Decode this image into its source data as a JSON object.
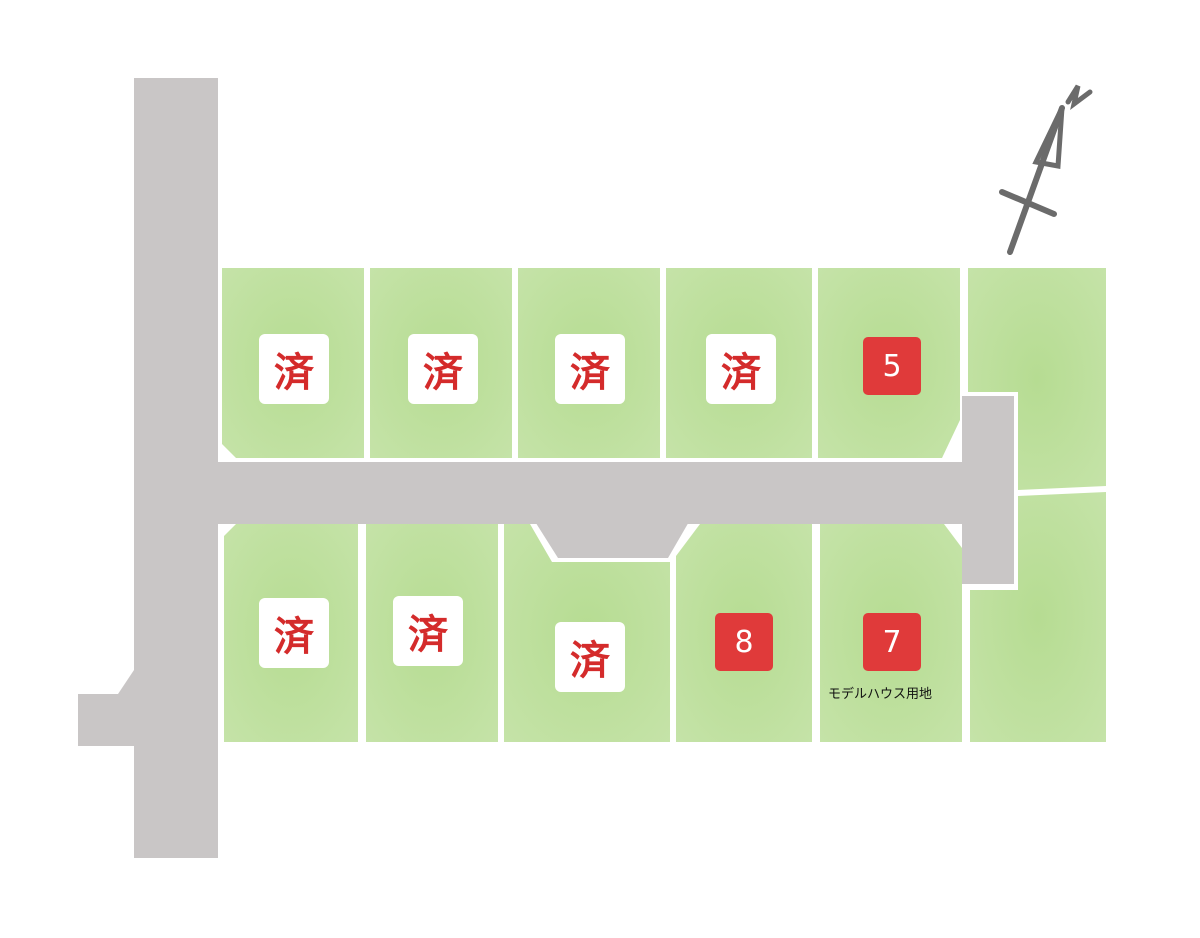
{
  "colors": {
    "road": "#c9c6c6",
    "lot": "#bfe0a0",
    "lot_edge": "#ffffff",
    "sold_text": "#d42b2b",
    "available_bg": "#e03a3a",
    "compass": "#6b6b6b"
  },
  "compass": {
    "label": "N",
    "icon": "north-arrow-icon"
  },
  "lots": [
    {
      "id": "top-1",
      "status": "sold",
      "label": "済"
    },
    {
      "id": "top-2",
      "status": "sold",
      "label": "済"
    },
    {
      "id": "top-3",
      "status": "sold",
      "label": "済"
    },
    {
      "id": "top-4",
      "status": "sold",
      "label": "済"
    },
    {
      "id": "top-5",
      "status": "available",
      "label": "5"
    },
    {
      "id": "east-upper",
      "status": "none",
      "label": ""
    },
    {
      "id": "bottom-1",
      "status": "sold",
      "label": "済"
    },
    {
      "id": "bottom-2",
      "status": "sold",
      "label": "済"
    },
    {
      "id": "bottom-3",
      "status": "sold",
      "label": "済"
    },
    {
      "id": "bottom-8",
      "status": "available",
      "label": "8"
    },
    {
      "id": "bottom-7",
      "status": "available",
      "label": "7",
      "note": "モデルハウス用地"
    },
    {
      "id": "east-lower",
      "status": "none",
      "label": ""
    }
  ]
}
